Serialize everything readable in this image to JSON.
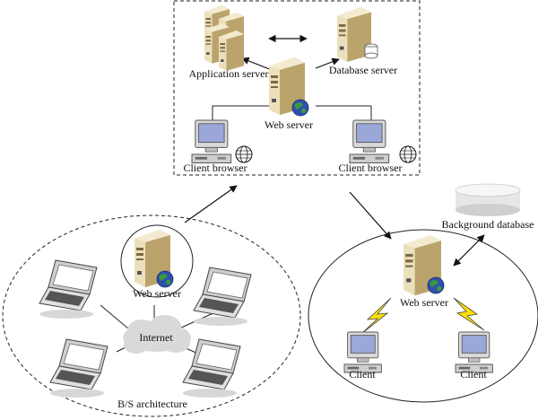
{
  "labels": {
    "application_server": "Application server",
    "database_server": "Database server",
    "web_server_top": "Web server",
    "client_browser_left": "Client browser",
    "client_browser_right": "Client browser",
    "web_server_left": "Web server",
    "internet": "Internet",
    "bs_architecture": "B/S architecture",
    "background_database": "Background database",
    "web_server_right": "Web server",
    "client_left": "Client",
    "client_right": "Client"
  },
  "colors": {
    "server_body": "#e9dcb6",
    "server_dark": "#b9a46f",
    "monitor_screen": "#9aa7d8",
    "globe_blue": "#2f4fb0",
    "globe_green": "#3a9a3a",
    "lightning": "#ffe200",
    "cloud": "#d9d9d9"
  }
}
